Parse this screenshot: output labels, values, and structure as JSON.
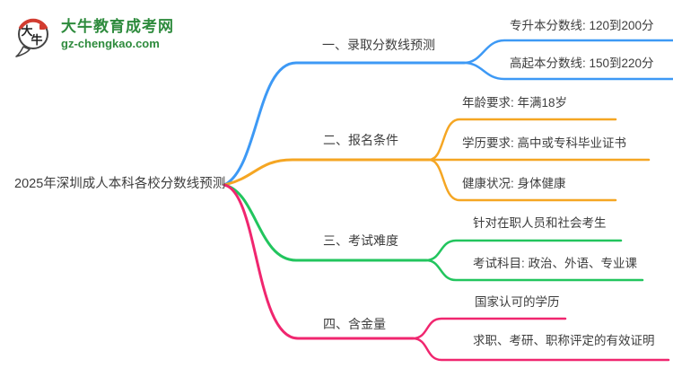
{
  "logo": {
    "mark_top": "大",
    "mark_bottom": "牛",
    "title": "大牛教育成考网",
    "domain": "gz-chengkao.com",
    "brand_color": "#2e8b3d",
    "seal_color": "#d23c30"
  },
  "central_topic": "2025年深圳成人本科各校分数线预测",
  "text_color": "#3d3d3d",
  "branches": [
    {
      "label": "一、录取分数线预测",
      "color": "#3d99f5",
      "children": [
        "专升本分数线: 120到200分",
        "高起本分数线: 150到220分"
      ]
    },
    {
      "label": "二、报名条件",
      "color": "#f5a623",
      "children": [
        "年龄要求: 年满18岁",
        "学历要求: 高中或专科毕业证书",
        "健康状况: 身体健康"
      ]
    },
    {
      "label": "三、考试难度",
      "color": "#22c55e",
      "children": [
        "针对在职人员和社会考生",
        "考试科目: 政治、外语、专业课"
      ]
    },
    {
      "label": "四、含金量",
      "color": "#f0266f",
      "children": [
        "国家认可的学历",
        "求职、考研、职称评定的有效证明"
      ]
    }
  ]
}
